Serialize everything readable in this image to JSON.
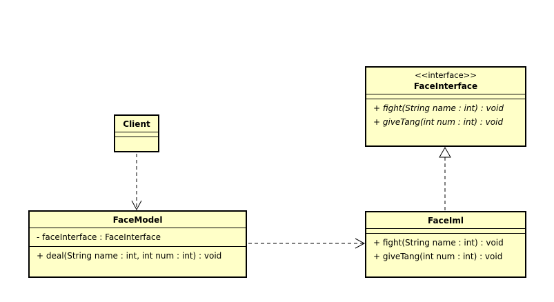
{
  "classes": {
    "client": {
      "name": "Client"
    },
    "face_model": {
      "name": "FaceModel",
      "attributes": [
        "- faceInterface : FaceInterface"
      ],
      "operations": [
        "+ deal(String name : int, int num : int) : void"
      ]
    },
    "face_interface": {
      "stereotype": "<<interface>>",
      "name": "FaceInterface",
      "operations": [
        "+ fight(String name : int) : void",
        "+ giveTang(int num : int) : void"
      ]
    },
    "face_iml": {
      "name": "FaceIml",
      "operations": [
        "+ fight(String name : int) : void",
        "+ giveTang(int num : int) : void"
      ]
    }
  },
  "relationships": [
    {
      "from": "Client",
      "to": "FaceModel",
      "type": "dependency"
    },
    {
      "from": "FaceModel",
      "to": "FaceIml",
      "type": "dependency"
    },
    {
      "from": "FaceIml",
      "to": "FaceInterface",
      "type": "realization"
    }
  ],
  "colors": {
    "class_fill": "#ffffc8",
    "line": "#000000"
  }
}
